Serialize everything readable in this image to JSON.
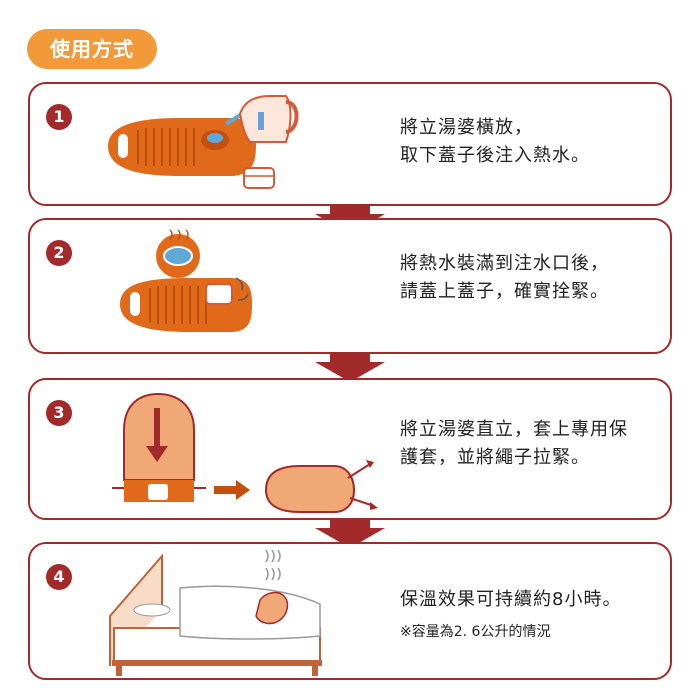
{
  "title": "使用方式",
  "colors": {
    "accent": "#a32a2a",
    "pill": "#f29a3a",
    "bottle": "#e06a1a",
    "cover": "#f0a877"
  },
  "steps": [
    {
      "number": "1",
      "lines": [
        "將立湯婆橫放，",
        "取下蓋子後注入熱水。"
      ]
    },
    {
      "number": "2",
      "lines": [
        "將熱水裝滿到注水口後，",
        "請蓋上蓋子，確實拴緊。"
      ]
    },
    {
      "number": "3",
      "lines": [
        "將立湯婆直立，套上專用保",
        "護套，並將繩子拉緊。"
      ]
    },
    {
      "number": "4",
      "lines": [
        "保溫效果可持續約8小時。"
      ],
      "note": "※容量為2. 6公升的情況"
    }
  ]
}
